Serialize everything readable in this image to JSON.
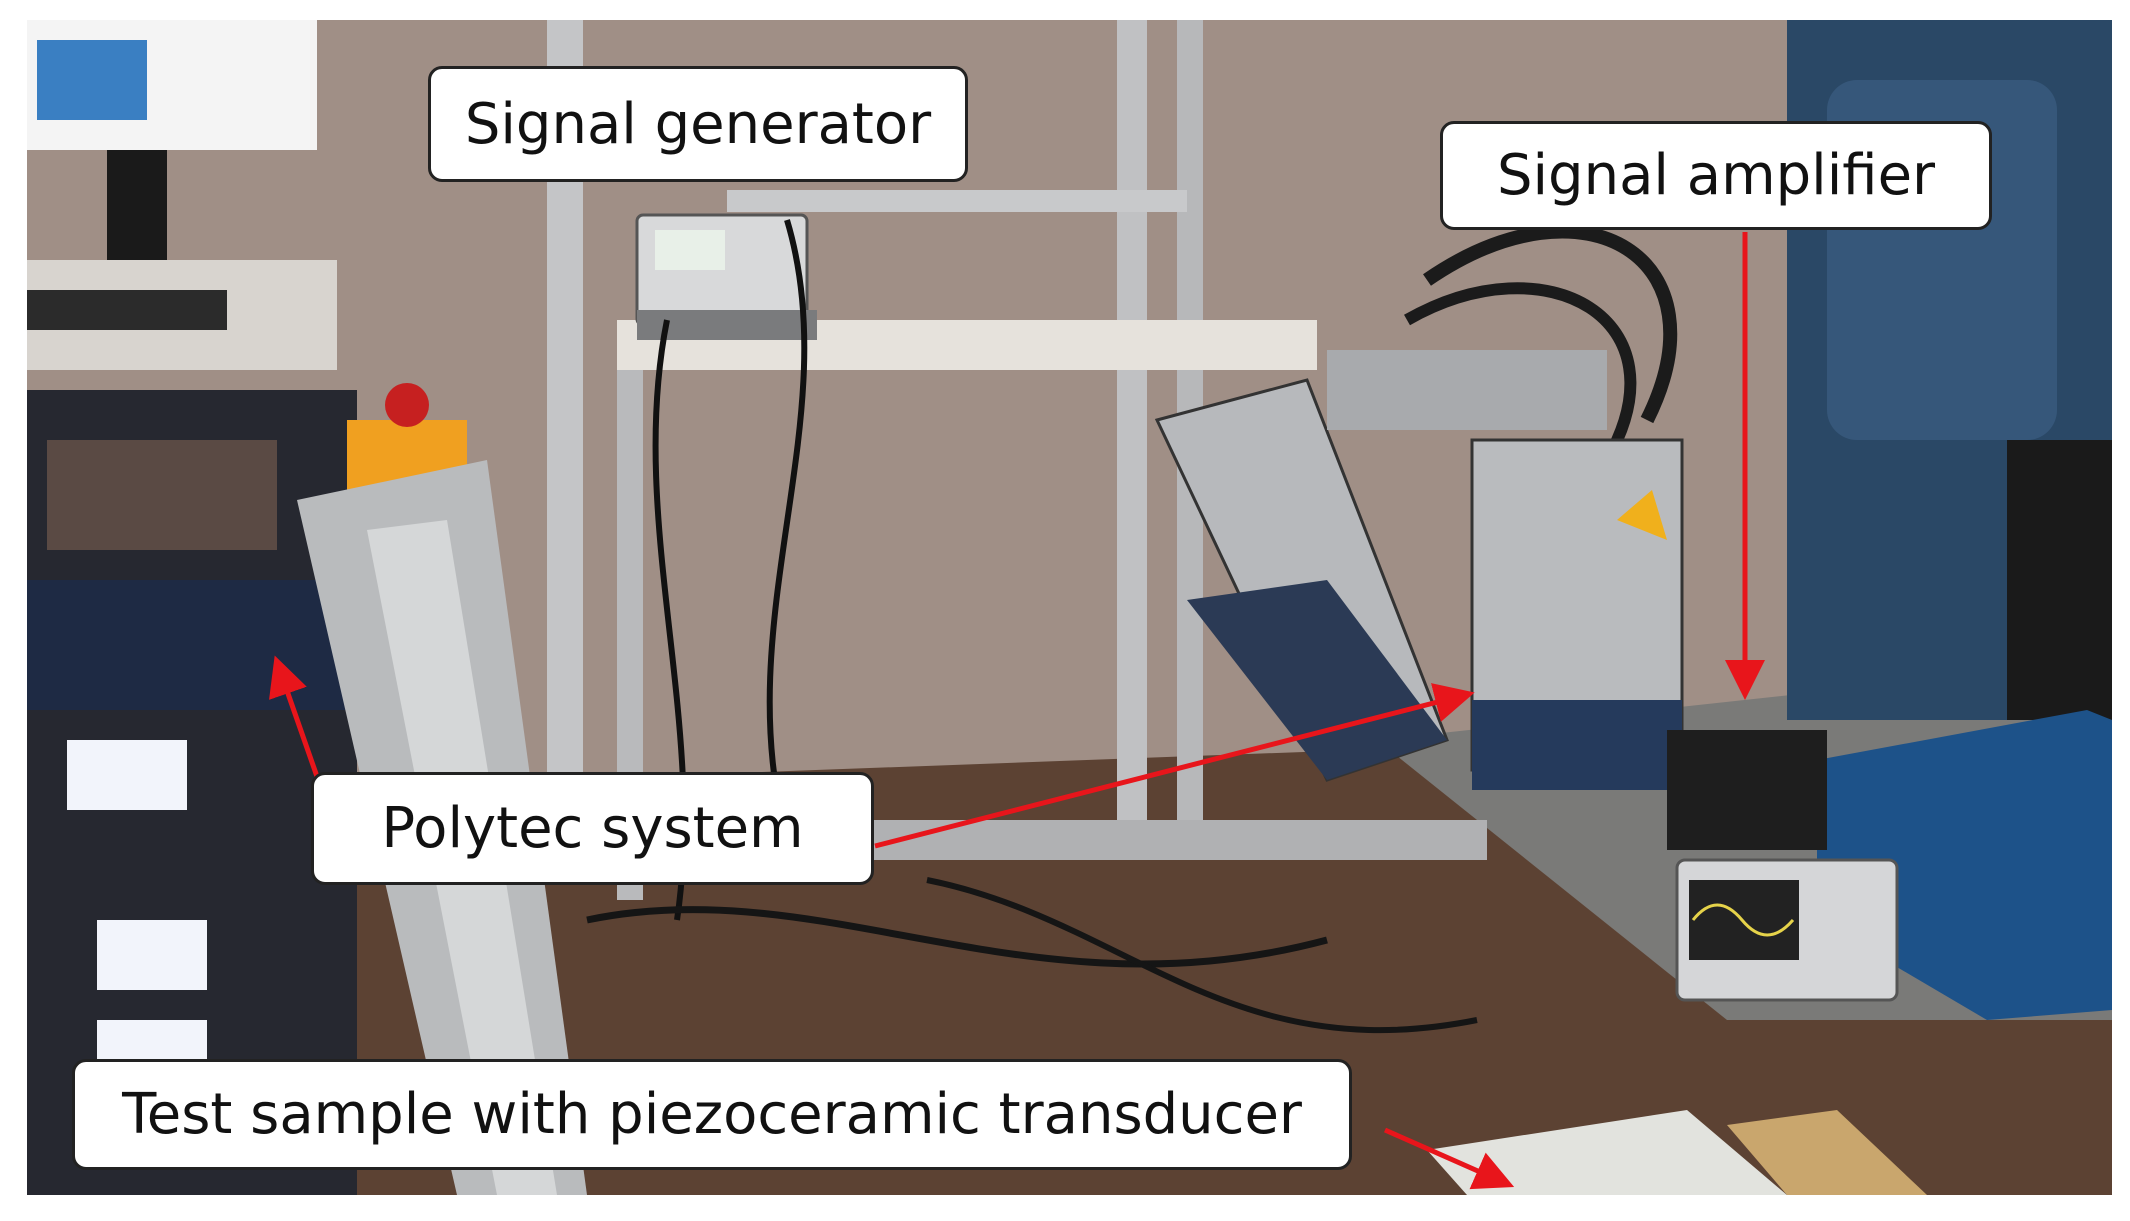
{
  "callouts": {
    "signal_generator": "Signal generator",
    "signal_amplifier": "Signal amplifier",
    "polytec_system": "Polytec system",
    "test_sample": "Test sample with piezoceramic transducer"
  },
  "colors": {
    "arrow": "#e8151b",
    "wall": "#9a8a80",
    "floor": "#5a4030",
    "rack": "#2a2c33",
    "vibrometer": "#b8babd",
    "amplifier_case": "#1c4f86"
  }
}
